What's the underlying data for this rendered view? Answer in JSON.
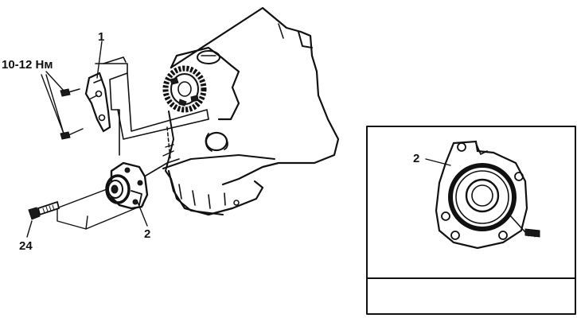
{
  "labels": {
    "torque": "10-12 Нм",
    "part1": "1",
    "part2_main": "2",
    "part24": "24",
    "part2_inset": "2"
  },
  "colors": {
    "ink": "#111111",
    "paper": "#ffffff"
  }
}
